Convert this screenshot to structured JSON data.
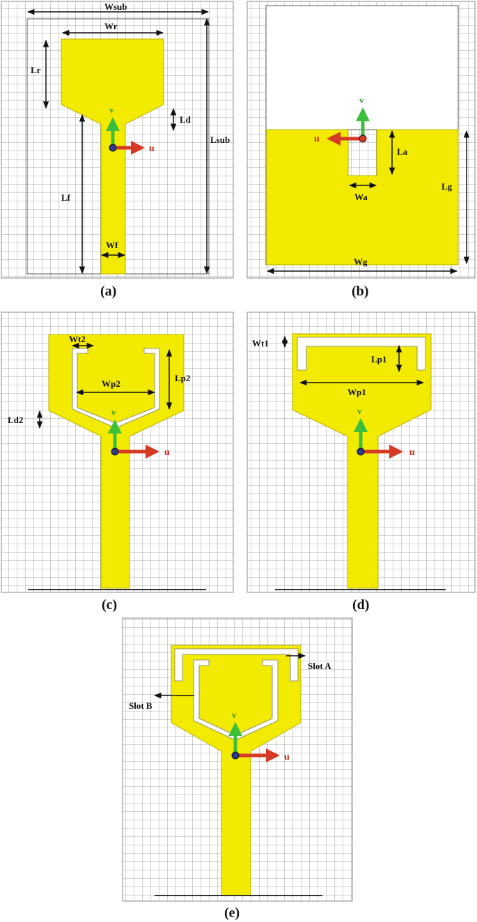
{
  "colors": {
    "copper": "#f2ea00",
    "copper_edge": "#b8b000",
    "grid_line": "#8a8a8a",
    "panel_bg": "#ffffff",
    "u_axis": "#d63a24",
    "v_axis": "#3cbf3c",
    "u_text": "#c9281a",
    "v_text": "#2a9a2a"
  },
  "axis_labels": {
    "u": "u",
    "v": "v"
  },
  "panels": [
    {
      "caption": "(a)",
      "labels": {
        "wsub": "Wsub",
        "wr": "Wr",
        "lr": "Lr",
        "ld": "Ld",
        "lsub": "Lsub",
        "lf": "Lf",
        "wf": "Wf"
      }
    },
    {
      "caption": "(b)",
      "labels": {
        "la": "La",
        "wa": "Wa",
        "lg": "Lg",
        "wg": "Wg"
      }
    },
    {
      "caption": "(c)",
      "labels": {
        "wt2": "Wt2",
        "wp2": "Wp2",
        "lp2": "Lp2",
        "ld2": "Ld2"
      }
    },
    {
      "caption": "(d)",
      "labels": {
        "wt1": "Wt1",
        "lp1": "Lp1",
        "wp1": "Wp1"
      }
    },
    {
      "caption": "(e)",
      "labels": {
        "slot_a": "Slot A",
        "slot_b": "Slot B"
      }
    }
  ]
}
